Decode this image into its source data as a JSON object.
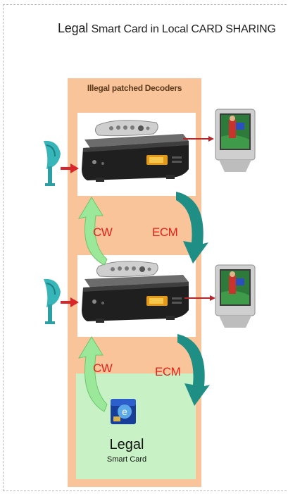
{
  "title": {
    "part1": "Legal",
    "part2": "Smart Card  in Local CARD SHARING"
  },
  "panel": {
    "heading": "Illegal patched Decoders"
  },
  "flow": {
    "upper": {
      "cw": "CW",
      "ecm": "ECM"
    },
    "lower": {
      "cw": "CW",
      "ecm": "ECM"
    }
  },
  "legal_card": {
    "word": "Legal",
    "subtitle": "Smart Card"
  },
  "colors": {
    "panel": "#f9c49a",
    "legal_area": "#c8f2c6",
    "label_red": "#e0231a",
    "arrow_red": "#d8262b",
    "cw_arrow": "#9be89a",
    "ecm_arrow": "#1f8f86",
    "dish": "#37b6b9"
  },
  "icons": [
    "satellite-dish-icon",
    "set-top-box-icon",
    "remote-control-icon",
    "television-icon",
    "smart-card-icon"
  ]
}
